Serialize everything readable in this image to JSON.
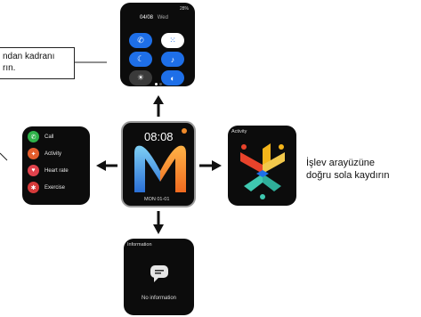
{
  "callout": {
    "line1": "ndan kadranı",
    "line2": "rın."
  },
  "side_text": {
    "line1": "İşlev arayüzüne",
    "line2": "doğru sola kaydırın"
  },
  "top_screen": {
    "status_left": "",
    "status_right": "28%",
    "date": "04/08",
    "weekday": "Wed",
    "buttons": [
      {
        "icon": "phone-icon",
        "style": "blue"
      },
      {
        "icon": "grid-icon",
        "style": "gray"
      },
      {
        "icon": "moon-icon",
        "style": "blue"
      },
      {
        "icon": "bell-off-icon",
        "style": "blue"
      },
      {
        "icon": "brightness-icon",
        "style": "gray"
      },
      {
        "icon": "toggle-icon",
        "style": "blue"
      }
    ]
  },
  "main_screen": {
    "time": "08:08",
    "date_label": "MON 01-01"
  },
  "left_screen": {
    "items": [
      {
        "label": "Call",
        "color": "#2fb24a",
        "icon": "phone-icon"
      },
      {
        "label": "Activity",
        "color": "#e45d2c",
        "icon": "activity-icon"
      },
      {
        "label": "Heart rate",
        "color": "#e0424c",
        "icon": "heart-icon"
      },
      {
        "label": "Exercise",
        "color": "#d63a3a",
        "icon": "exercise-icon"
      }
    ]
  },
  "right_screen": {
    "title": "Activity"
  },
  "bottom_screen": {
    "title": "Information",
    "message": "No information"
  },
  "colors": {
    "accent_blue": "#1e6fe8",
    "logo_orange": "#f08a2a",
    "logo_blue": "#4aa9e8"
  }
}
